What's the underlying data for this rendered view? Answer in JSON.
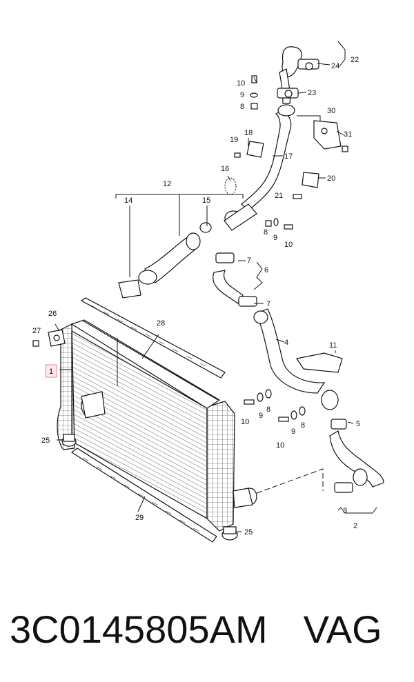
{
  "caption": {
    "part_number": "3C0145805AM",
    "brand": "VAG"
  },
  "callouts": [
    {
      "id": "c22",
      "text": "22"
    },
    {
      "id": "c24",
      "text": "24"
    },
    {
      "id": "c10a",
      "text": "10"
    },
    {
      "id": "c9a",
      "text": "9"
    },
    {
      "id": "c8a",
      "text": "8"
    },
    {
      "id": "c23",
      "text": "23"
    },
    {
      "id": "c30",
      "text": "30"
    },
    {
      "id": "c31",
      "text": "31"
    },
    {
      "id": "c18",
      "text": "18"
    },
    {
      "id": "c19",
      "text": "19"
    },
    {
      "id": "c17",
      "text": "17"
    },
    {
      "id": "c16",
      "text": "16"
    },
    {
      "id": "c20",
      "text": "20"
    },
    {
      "id": "c21",
      "text": "21"
    },
    {
      "id": "c12",
      "text": "12"
    },
    {
      "id": "c14",
      "text": "14"
    },
    {
      "id": "c15",
      "text": "15"
    },
    {
      "id": "c8b",
      "text": "8"
    },
    {
      "id": "c9b",
      "text": "9"
    },
    {
      "id": "c10b",
      "text": "10"
    },
    {
      "id": "c7a",
      "text": "7"
    },
    {
      "id": "c6",
      "text": "6"
    },
    {
      "id": "c7b",
      "text": "7"
    },
    {
      "id": "c26",
      "text": "26"
    },
    {
      "id": "c27",
      "text": "27"
    },
    {
      "id": "c28",
      "text": "28"
    },
    {
      "id": "c4",
      "text": "4"
    },
    {
      "id": "c11",
      "text": "11"
    },
    {
      "id": "c1",
      "text": "1"
    },
    {
      "id": "c8c",
      "text": "8"
    },
    {
      "id": "c9c",
      "text": "9"
    },
    {
      "id": "c10c",
      "text": "10"
    },
    {
      "id": "c5",
      "text": "5"
    },
    {
      "id": "c8d",
      "text": "8"
    },
    {
      "id": "c9d",
      "text": "9"
    },
    {
      "id": "c10d",
      "text": "10"
    },
    {
      "id": "c25a",
      "text": "25"
    },
    {
      "id": "c29",
      "text": "29"
    },
    {
      "id": "c3",
      "text": "3"
    },
    {
      "id": "c2",
      "text": "2"
    },
    {
      "id": "c25b",
      "text": "25"
    }
  ]
}
